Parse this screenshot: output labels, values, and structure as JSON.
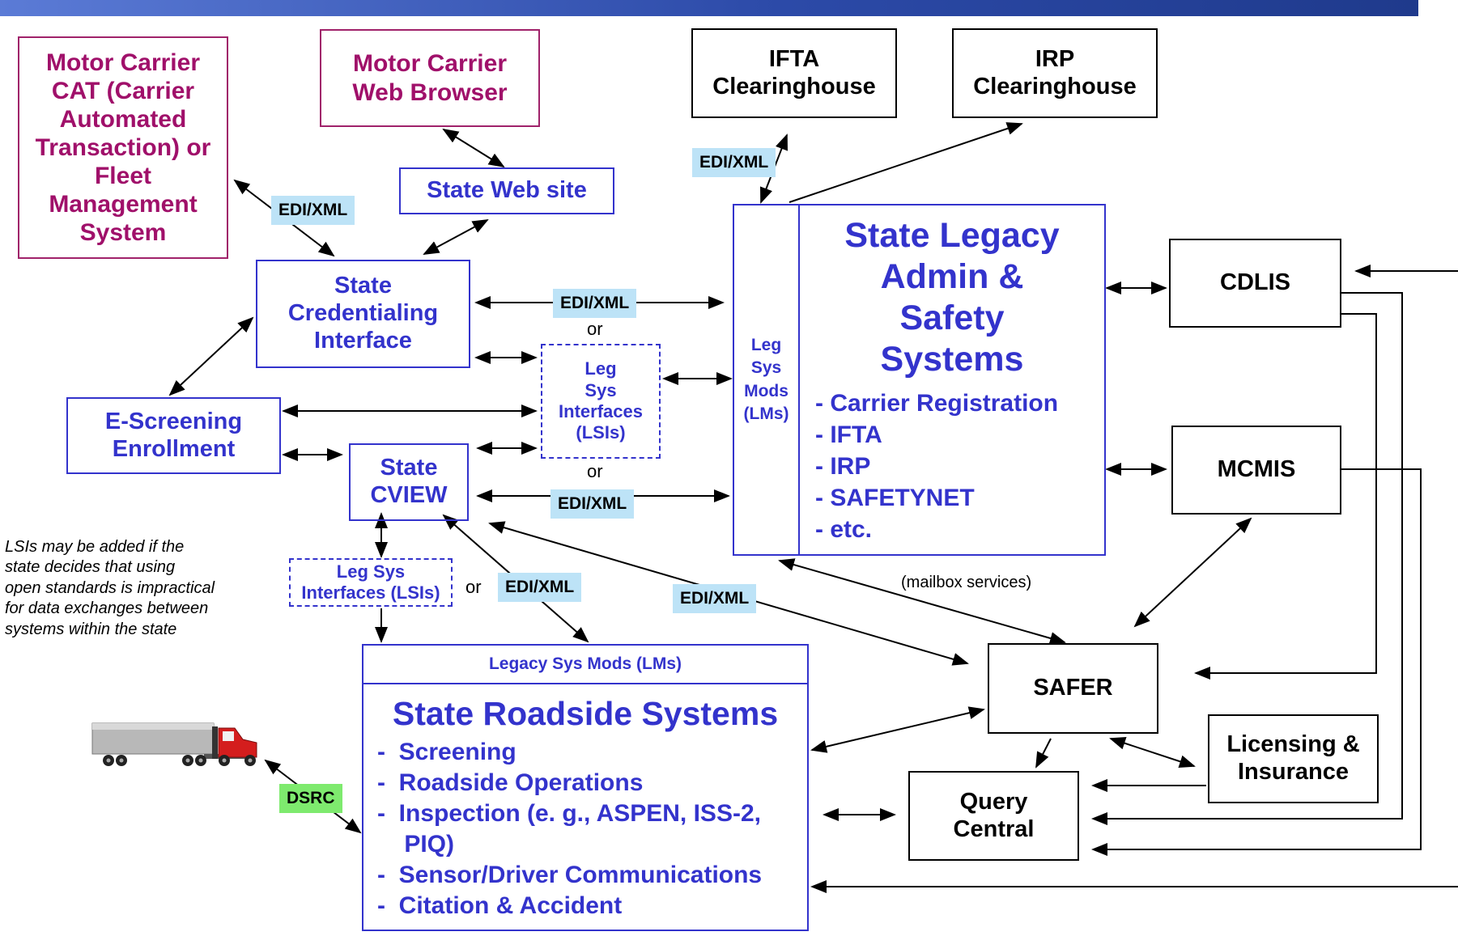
{
  "nodes": {
    "mc_cat": "Motor Carrier\nCAT (Carrier\nAutomated\nTransaction) or\nFleet\nManagement\nSystem",
    "mc_web": "Motor Carrier\nWeb Browser",
    "ifta_ch": "IFTA\nClearinghouse",
    "irp_ch": "IRP\nClearinghouse",
    "state_web": "State Web site",
    "state_cred": "State\nCredentialing\nInterface",
    "e_screening": "E-Screening\nEnrollment",
    "state_cview": "State\nCVIEW",
    "lsi_mid": "Leg\nSys\nInterfaces\n(LSIs)",
    "lsi_low": "Leg Sys\nInterfaces (LSIs)",
    "leg_sys_mods": "Leg\nSys\nMods\n(LMs)",
    "legacy_title": "State Legacy\n  Admin &\n  Safety\n  Systems",
    "legacy_items": [
      "- Carrier Registration",
      "-  IFTA",
      "-  IRP",
      "-  SAFETYNET",
      "- etc."
    ],
    "cdlis": "CDLIS",
    "mcmis": "MCMIS",
    "safer": "SAFER",
    "licensing": "Licensing &\nInsurance",
    "query_central": "Query\nCentral",
    "roadside_header": "Legacy Sys Mods (LMs)",
    "roadside_title": "State Roadside Systems",
    "roadside_items": [
      "-  Screening",
      "-  Roadside Operations",
      "-  Inspection (e. g., ASPEN, ISS-2,",
      "    PIQ)",
      "-  Sensor/Driver Communications",
      "-  Citation & Accident"
    ]
  },
  "labels": {
    "edi_xml": "EDI/XML",
    "dsrc": "DSRC",
    "or": "or",
    "mailbox": "(mailbox  services)",
    "note": "LSIs may be added if the\nstate decides that using\nopen standards is impractical\nfor data exchanges between\nsystems within the state"
  },
  "icons": {
    "truck": "truck-icon"
  },
  "colors": {
    "maroon": "#a0106a",
    "blue": "#3333cc",
    "tag_blue": "#bde3f7",
    "tag_green": "#7eea6e"
  }
}
